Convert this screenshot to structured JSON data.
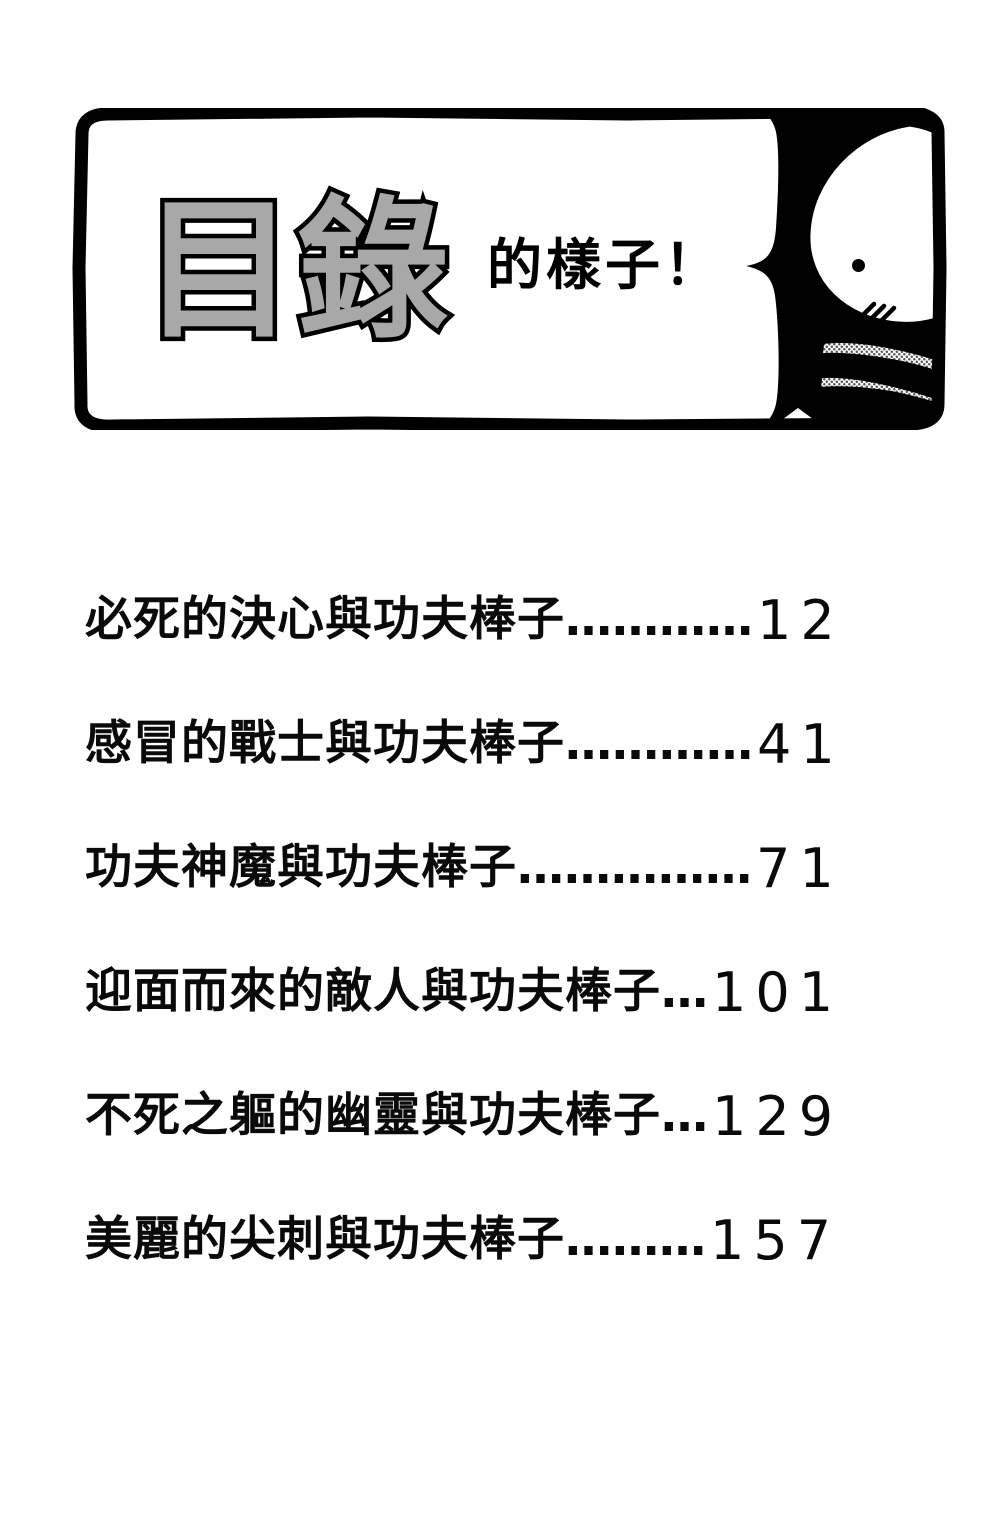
{
  "page": {
    "background_color": "#ffffff",
    "ink_color": "#000000",
    "title_fill_color": "#a8a8a8",
    "halftone_color": "#bdbdbd"
  },
  "header": {
    "title": "目錄",
    "subtitle": "的樣子！",
    "panel_name": "comic-header-panel",
    "illustration": {
      "name": "chibi-character-belly",
      "parts": [
        "round-body",
        "belly-dot",
        "hatch-lines",
        "upper-arm-halftone",
        "lower-arm-halftone"
      ]
    }
  },
  "toc": {
    "entries": [
      {
        "title": "必死的決心與功夫棒子",
        "leader": "…………",
        "page": "12"
      },
      {
        "title": "感冒的戰士與功夫棒子",
        "leader": "…………",
        "page": "41"
      },
      {
        "title": "功夫神魔與功夫棒子",
        "leader": "……………",
        "page": "71"
      },
      {
        "title": "迎面而來的敵人與功夫棒子",
        "leader": "…",
        "page": "101"
      },
      {
        "title": "不死之軀的幽靈與功夫棒子",
        "leader": "…",
        "page": "129"
      },
      {
        "title": "美麗的尖刺與功夫棒子",
        "leader": "………",
        "page": "157"
      }
    ]
  }
}
